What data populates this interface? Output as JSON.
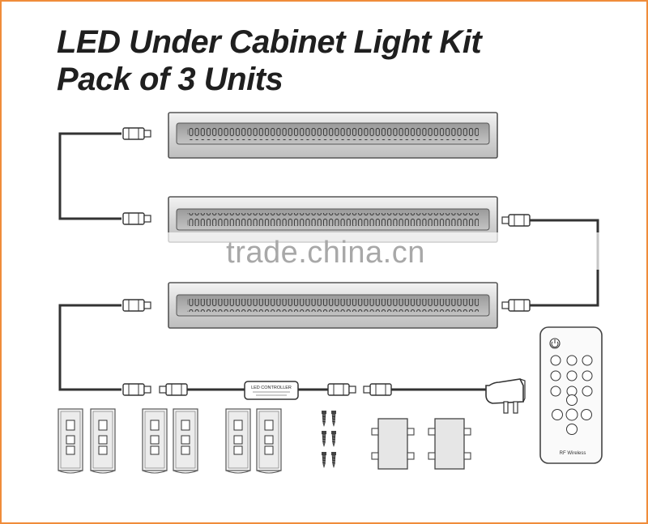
{
  "title": {
    "line1": "LED Under Cabinet Light Kit",
    "line2": "Pack of 3 Units"
  },
  "watermark": "trade.china.cn",
  "controller": {
    "label": "LED CONTROLLER"
  },
  "remote": {
    "footer": "RF Wireless"
  },
  "colors": {
    "frame": "#f08c3a",
    "line": "#333333",
    "title": "#1f1f1f"
  },
  "icons": [
    "light-bar-icon",
    "connector-plug-icon",
    "controller-box-icon",
    "power-adapter-icon",
    "mounting-clip-icon",
    "screw-icon",
    "splitter-icon",
    "remote-control-icon",
    "power-icon"
  ]
}
